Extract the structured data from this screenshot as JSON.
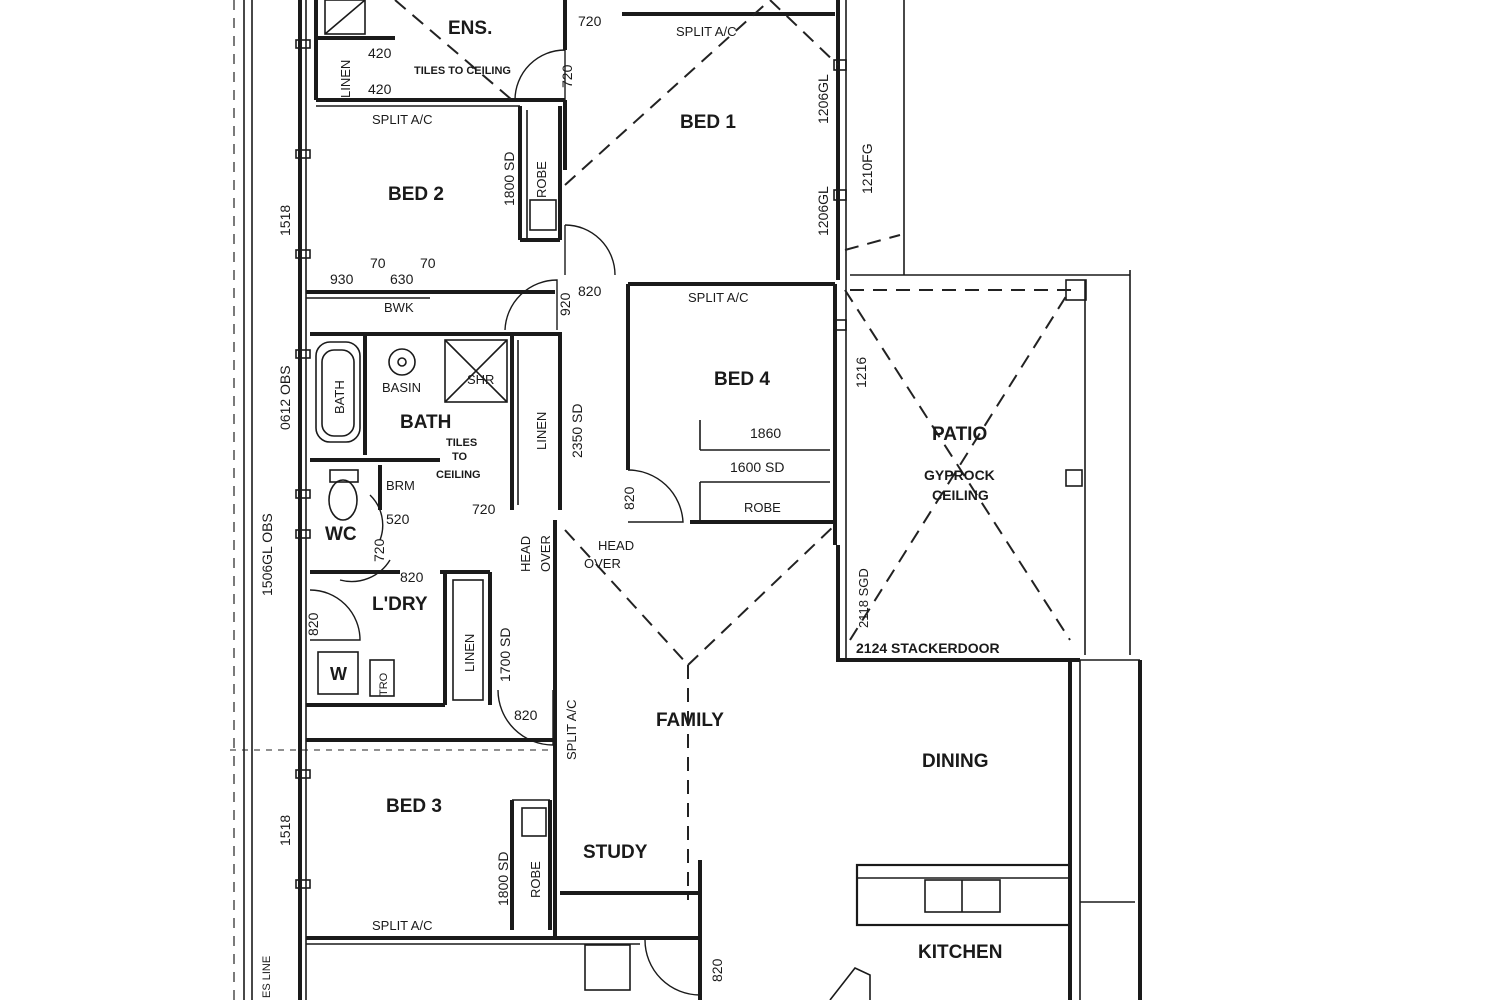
{
  "rooms": {
    "ens": "ENS.",
    "bed1": "BED 1",
    "bed2": "BED 2",
    "bed3": "BED 3",
    "bed4": "BED 4",
    "bath": "BATH",
    "wc": "WC",
    "lndry": "L'DRY",
    "patio": "PATIO",
    "patio_ceiling_1": "GYPROCK",
    "patio_ceiling_2": "CEILING",
    "family": "FAMILY",
    "dining": "DINING",
    "study": "STUDY",
    "kitchen": "KITCHEN"
  },
  "fixtures": {
    "linen_top": "LINEN",
    "tiles_ens": "TILES TO CEILING",
    "split_ac_ens": "SPLIT A/C",
    "split_ac_bed2": "SPLIT A/C",
    "split_ac_bed4": "SPLIT A/C",
    "split_ac_hall": "SPLIT A/C",
    "split_ac_bed3": "SPLIT A/C",
    "robe_bed2": "ROBE",
    "robe_bed4": "ROBE",
    "robe_bed3": "ROBE",
    "bath_tub": "BATH",
    "basin": "BASIN",
    "shr": "SHR",
    "tiles_bath_1": "TILES",
    "tiles_bath_2": "TO",
    "tiles_bath_3": "CEILING",
    "linen_bath": "LINEN",
    "brm": "BRM",
    "linen_hall": "LINEN",
    "wm": "W",
    "trough": "TRO",
    "bwk": "BWK",
    "head_over_1": "HEAD",
    "head_over_2": "OVER",
    "head_over_3": "HEAD",
    "head_over_4": "OVER",
    "stacker": "2124 STACKERDOOR",
    "sgd": "2118 SGD",
    "boundary": "ES LINE"
  },
  "dimensions": {
    "d720_top": "720",
    "d720_ens_door": "720",
    "d420a": "420",
    "d420b": "420",
    "d1206gl": "1206GL",
    "d1210fg": "1210FG",
    "d1206gl_b": "1206GL",
    "d1800sd_bed2": "1800 SD",
    "d1518_top": "1518",
    "d930": "930",
    "d70a": "70",
    "d630": "630",
    "d70b": "70",
    "d920": "920",
    "d820_bed1": "820",
    "d0612obs": "0612 OBS",
    "d2350sd": "2350 SD",
    "d1860": "1860",
    "d1600sd": "1600 SD",
    "d820_bed4": "820",
    "d1216": "1216",
    "d720_wc": "720",
    "d520": "520",
    "d720_wc2": "720",
    "d1506gl": "1506GL OBS",
    "d820_lndry": "820",
    "d820_lndry_door": "820",
    "d1700sd": "1700 SD",
    "d820_hall": "820",
    "d1518_bottom": "1518",
    "d1800sd_bed3": "1800 SD",
    "d820_bottom": "820"
  }
}
